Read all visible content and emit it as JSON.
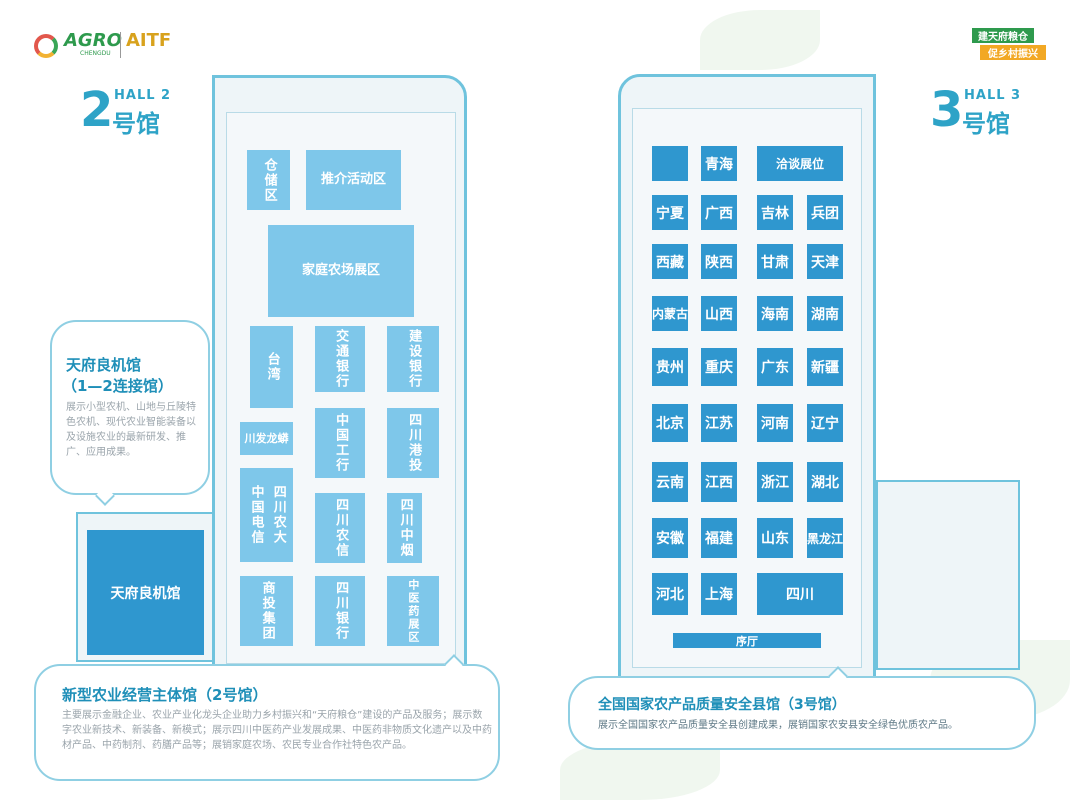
{
  "brand": {
    "logo1": "AGRO",
    "logo1_sub": "CHENGDU",
    "logo2": "AITF",
    "tag_green": "建天府粮仓",
    "tag_orange": "促乡村振兴"
  },
  "hall2": {
    "num": "2",
    "en": "HALL 2",
    "cn": "号馆",
    "booths": {
      "storage": "仓储区",
      "promo": "推介活动区",
      "family_farm": "家庭农场展区",
      "taiwan": "台湾",
      "bocom": "交通银行",
      "ccb": "建设银行",
      "chuanfa": "川发龙蟒",
      "icbc": "中国工行",
      "sc_port": "四川港投",
      "telecom": "中国电信",
      "sau": "四川农大",
      "sc_rural_credit": "四川农信",
      "sc_tobacco": "四川中烟",
      "shangtou": "商投集团",
      "sc_bank": "四川银行",
      "tcm": "中医药展区"
    },
    "bubble_title": "新型农业经营主体馆（2号馆）",
    "bubble_desc": "主要展示金融企业、农业产业化龙头企业助力乡村振兴和“天府粮仓”建设的产品及服务；展示数字农业新技术、新装备、新模式；展示四川中医药产业发展成果、中医药非物质文化遗产以及中药材产品、中药制剂、药膳产品等；展销家庭农场、农民专业合作社特色农产品。"
  },
  "machinery": {
    "title": "天府良机馆",
    "subtitle": "（1—2连接馆）",
    "desc": "展示小型农机、山地与丘陵特色农机、现代农业智能装备以及设施农业的最新研发、推广、应用成果。",
    "booth": "天府良机馆"
  },
  "hall3": {
    "num": "3",
    "en": "HALL 3",
    "cn": "号馆",
    "rows": [
      [
        "",
        "青海",
        "洽谈展位"
      ],
      [
        "宁夏",
        "广西",
        "吉林",
        "兵团"
      ],
      [
        "西藏",
        "陕西",
        "甘肃",
        "天津"
      ],
      [
        "内蒙古",
        "山西",
        "海南",
        "湖南"
      ],
      [
        "贵州",
        "重庆",
        "广东",
        "新疆"
      ],
      [
        "北京",
        "江苏",
        "河南",
        "辽宁"
      ],
      [
        "云南",
        "江西",
        "浙江",
        "湖北"
      ],
      [
        "安徽",
        "福建",
        "山东",
        "黑龙江"
      ],
      [
        "河北",
        "上海",
        "四川"
      ]
    ],
    "lobby": "序厅",
    "bubble_title": "全国国家农产品质量安全县馆（3号馆）",
    "bubble_desc": "展示全国国家农产品质量安全县创建成果，展销国家农安县安全绿色优质农产品。"
  }
}
